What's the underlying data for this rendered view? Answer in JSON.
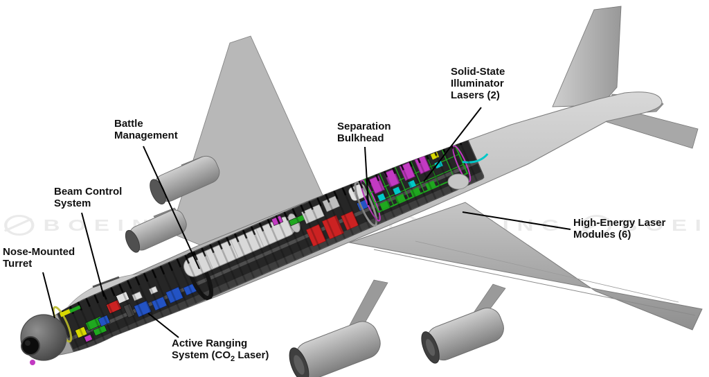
{
  "watermark": {
    "text": "BOEING"
  },
  "labels": {
    "nose_turret": "Nose-Mounted\nTurret",
    "beam_control": "Beam Control\nSystem",
    "battle_management": "Battle\nManagement",
    "separation_bulkhead": "Separation\nBulkhead",
    "solid_state_illuminator": "Solid-State\nIlluminator\nLasers (2)",
    "high_energy_laser": "High-Energy Laser\nModules (6)",
    "active_ranging": {
      "line1": "Active Ranging",
      "line2_pre": "System (CO",
      "line2_sub": "2",
      "line2_post": " Laser)"
    }
  },
  "colors": {
    "label_text": "#111111",
    "interior_dark": "#262626",
    "equip_green": "#1fa81f",
    "equip_blue": "#2353c4",
    "equip_red": "#cc2222",
    "equip_magenta": "#c23ac2",
    "equip_cyan": "#00c8c8",
    "equip_yellow": "#d8d800",
    "equip_white": "#e2e2e2"
  }
}
